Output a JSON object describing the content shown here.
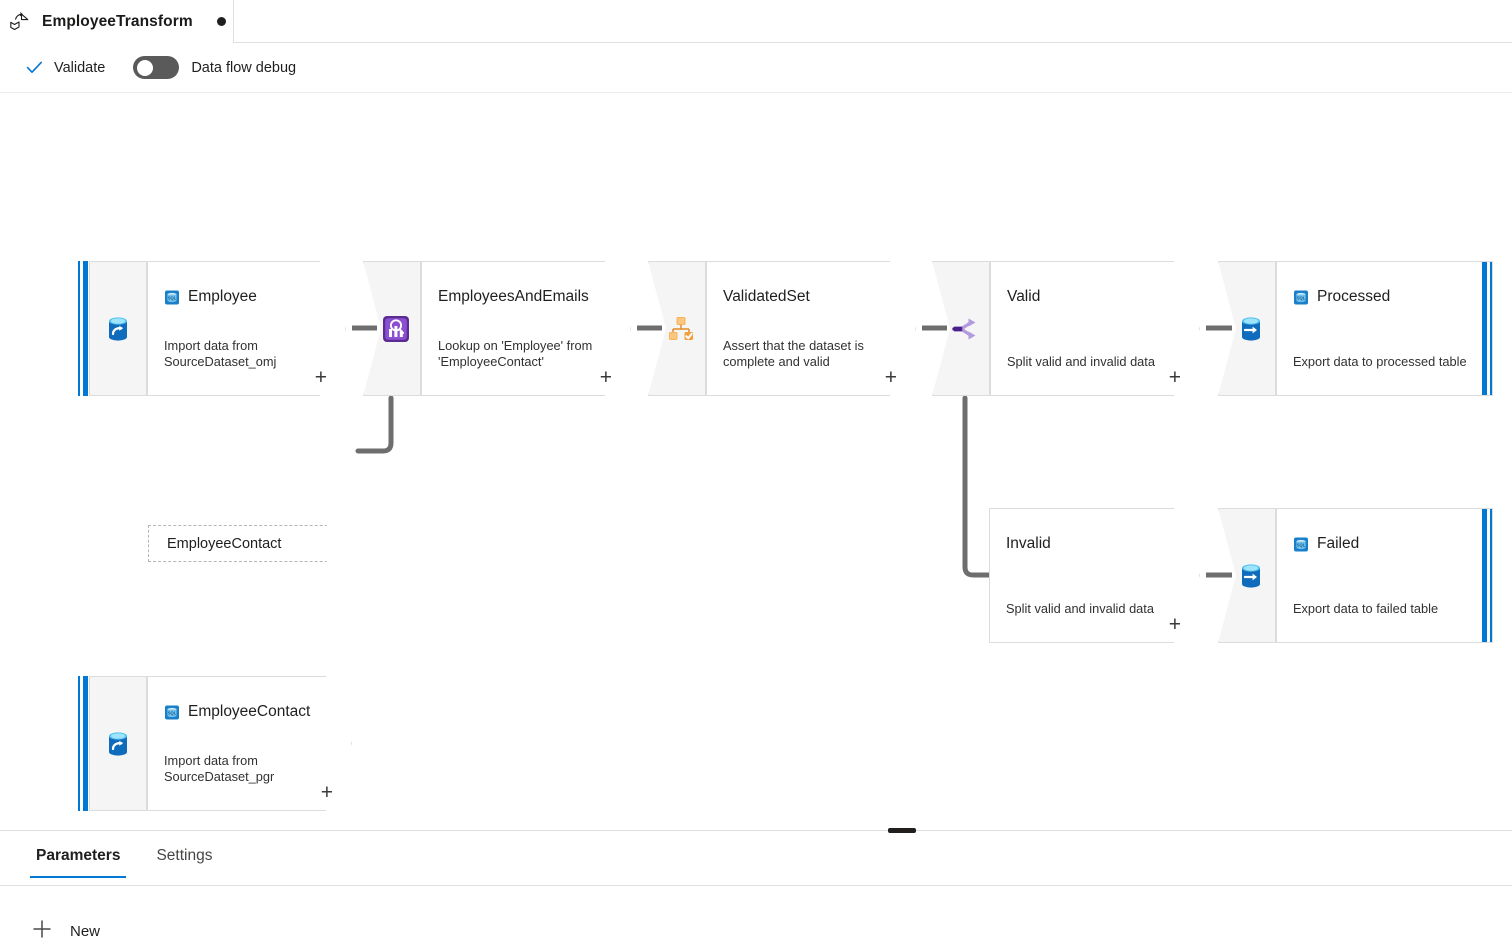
{
  "header": {
    "flow_icon": "data-flow-icon",
    "title": "EmployeeTransform",
    "dirty_indicator": "unsaved-dot"
  },
  "commandbar": {
    "validate_label": "Validate",
    "validate_icon": "checkmark-icon",
    "debug_toggle_label": "Data flow debug",
    "debug_toggle_state": "off"
  },
  "canvas": {
    "nodes": [
      {
        "id": "employee-source",
        "name": "Employee",
        "description": "Import data from\nSourceDataset_omj",
        "kind": "source",
        "icon": "database-import-icon",
        "title_icon": "sql-table-icon",
        "plus_label": "+"
      },
      {
        "id": "employees-and-emails-lookup",
        "name": "EmployeesAndEmails",
        "description": "Lookup on 'Employee' from\n'EmployeeContact'",
        "kind": "transformation",
        "icon": "lookup-icon",
        "plus_label": "+"
      },
      {
        "id": "validatedset-assert",
        "name": "ValidatedSet",
        "description": "Assert that the dataset is\ncomplete and valid",
        "kind": "transformation",
        "icon": "assert-icon",
        "plus_label": "+"
      },
      {
        "id": "valid-split",
        "name": "Valid",
        "description": "Split valid and invalid data",
        "kind": "transformation",
        "icon": "conditional-split-icon",
        "plus_label": "+"
      },
      {
        "id": "processed-sink",
        "name": "Processed",
        "description": "Export data to processed table",
        "kind": "sink",
        "icon": "database-export-icon",
        "title_icon": "sql-table-icon"
      },
      {
        "id": "invalid-split",
        "name": "Invalid",
        "description": "Split valid and invalid data",
        "kind": "stream",
        "plus_label": "+"
      },
      {
        "id": "failed-sink",
        "name": "Failed",
        "description": "Export data to failed table",
        "kind": "sink",
        "icon": "database-export-icon",
        "title_icon": "sql-table-icon"
      },
      {
        "id": "employeecontact-source",
        "name": "EmployeeContact",
        "description": "Import data from\nSourceDataset_pgr",
        "kind": "source",
        "icon": "database-import-icon",
        "title_icon": "sql-table-icon",
        "plus_label": "+"
      }
    ],
    "placeholder": {
      "id": "employeecontact-placeholder",
      "label": "EmployeeContact"
    }
  },
  "bottom_panel": {
    "tabs": [
      {
        "label": "Parameters",
        "active": true
      },
      {
        "label": "Settings",
        "active": false
      }
    ],
    "new_label": "New",
    "new_icon": "plus-icon",
    "drag_handle": "resize-handle"
  },
  "colors": {
    "accent": "#0078d4",
    "node_border": "#dcdcdc",
    "panel_bg": "#f5f5f5",
    "edge": "#6e6e6e",
    "lookup_purple": "#6b2fb5",
    "assert_orange": "#f2a03d",
    "split_purple": "#8661c5"
  }
}
